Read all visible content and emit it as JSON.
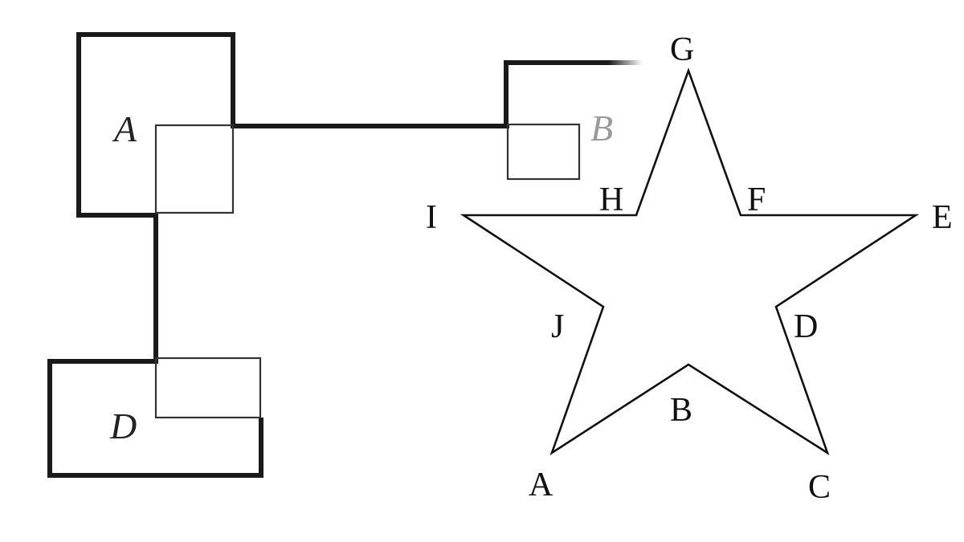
{
  "left_figure": {
    "labels": {
      "A": "A",
      "B": "B",
      "D": "D"
    }
  },
  "star": {
    "vertex_labels": {
      "G": "G",
      "F": "F",
      "E": "E",
      "D": "D",
      "C": "C",
      "B": "B",
      "A": "A",
      "J": "J",
      "I": "I",
      "H": "H"
    }
  }
}
